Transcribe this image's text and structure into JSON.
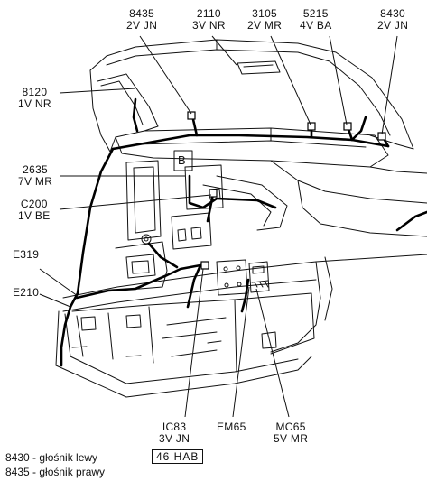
{
  "labels": {
    "c8435": {
      "code": "8435",
      "wire": "2V  JN"
    },
    "c2110": {
      "code": "2110",
      "wire": "3V  NR"
    },
    "c3105": {
      "code": "3105",
      "wire": "2V  MR"
    },
    "c5215": {
      "code": "5215",
      "wire": "4V  BA"
    },
    "c8430": {
      "code": "8430",
      "wire": "2V  JN"
    },
    "c8120": {
      "code": "8120",
      "wire": "1V  NR"
    },
    "c2635": {
      "code": "2635",
      "wire": "7V  MR"
    },
    "cC200": {
      "code": "C200",
      "wire": "1V  BE"
    },
    "cE319": {
      "code": "E319"
    },
    "cE210": {
      "code": "E210"
    },
    "cIC83": {
      "code": "IC83",
      "wire": "3V  JN"
    },
    "cEM65": {
      "code": "EM65"
    },
    "cMC65": {
      "code": "MC65",
      "wire": "5V  MR"
    },
    "box_letter": "B"
  },
  "legend": {
    "line1": "8430 - głośnik lewy",
    "line2": "8435 - głośnik prawy"
  },
  "reference": "46  HAB"
}
